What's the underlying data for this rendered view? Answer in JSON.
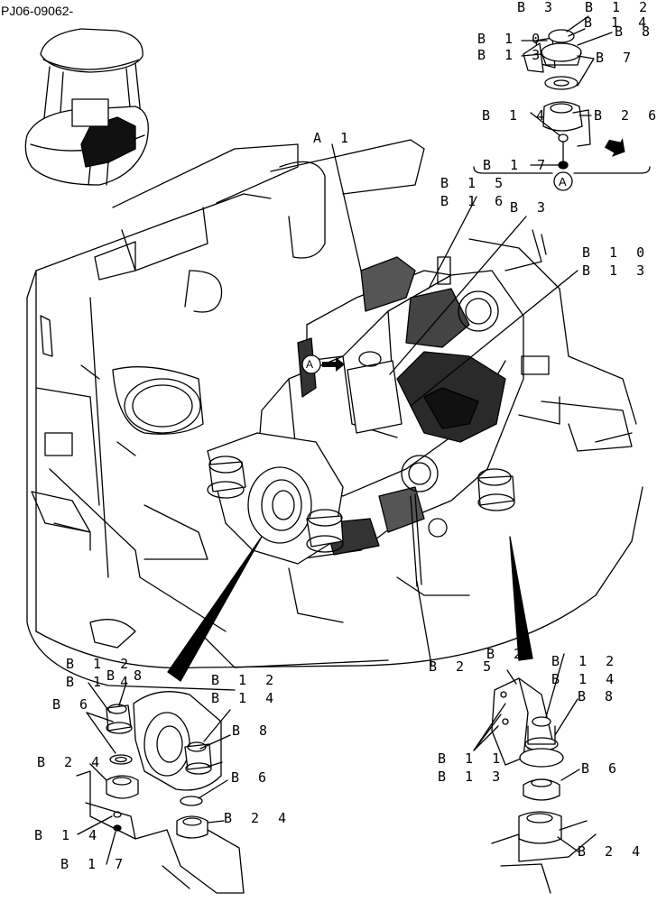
{
  "document_id": "PJ06-09062-",
  "view_marker": "A",
  "detail_label": "A",
  "labels": {
    "a1": "A 1",
    "b2": "B 2",
    "b3_top": "B 3",
    "b3_main": "B 3",
    "b6_left": "B 6",
    "b6_mid": "B 6",
    "b6_right": "B 6",
    "b7": "B 7",
    "b8_top": "B 8",
    "b8_left": "B 8",
    "b8_mid": "B 8",
    "b8_right": "B 8",
    "b10_top": "B 1 0",
    "b10_main": "B 1 0",
    "b11": "B 1 1",
    "b12_top": "B 1 2",
    "b12_left": "B 1 2",
    "b12_mid": "B 1 2",
    "b12_right": "B 1 2",
    "b13_top": "B 1 3",
    "b13_main": "B 1 3",
    "b13_right": "B 1 3",
    "b14_top": "B 1 4",
    "b14_detail": "B 1 4",
    "b14_left": "B 1 4",
    "b14_mid": "B 1 4",
    "b14_right": "B 1 4",
    "b14_bottom": "B 1 4",
    "b15": "B 1 5",
    "b16": "B 1 6",
    "b17_detail": "B 1 7",
    "b17_bottom": "B 1 7",
    "b24_left": "B 2 4",
    "b24_mid": "B 2 4",
    "b24_right": "B 2 4",
    "b25": "B 2 5",
    "b26": "B 2 6"
  }
}
